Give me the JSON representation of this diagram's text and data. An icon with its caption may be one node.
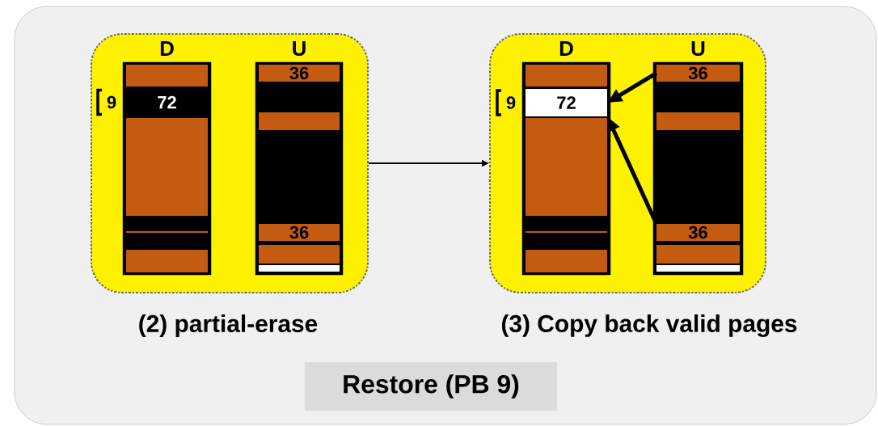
{
  "diagram": {
    "nodes": [
      {
        "text": [
          "Restore (PB 9)"
        ]
      },
      {
        "text": [
          "(2) partial-erase"
        ],
        "in": 0
      },
      {
        "text": [
          "(3) Copy back valid pages"
        ],
        "in": 0
      },
      {
        "text": [
          "D"
        ],
        "in": 1
      },
      {
        "text": [],
        "shape": "bar",
        "in": 3
      },
      {
        "text": [
          "72"
        ],
        "in": 3
      },
      {
        "text": [],
        "shape": "bar",
        "in": 3
      },
      {
        "text": [],
        "shape": "bar",
        "in": 3
      },
      {
        "text": [
          "U"
        ],
        "in": 1
      },
      {
        "text": [
          "36"
        ],
        "in": 8
      },
      {
        "text": [],
        "shape": "bar",
        "in": 8
      },
      {
        "text": [
          "36"
        ],
        "in": 8
      },
      {
        "text": [],
        "shape": "bar",
        "in": 8
      },
      {
        "text": [
          "D"
        ],
        "in": 2
      },
      {
        "text": [],
        "shape": "bar",
        "in": 13
      },
      {
        "text": [
          "72"
        ],
        "in": 13
      },
      {
        "text": [],
        "shape": "bar",
        "in": 13
      },
      {
        "text": [],
        "shape": "bar",
        "in": 13
      },
      {
        "text": [
          "U"
        ],
        "in": 2
      },
      {
        "text": [
          "36"
        ],
        "in": 18
      },
      {
        "text": [],
        "shape": "bar",
        "in": 18
      },
      {
        "text": [
          "36"
        ],
        "in": 18
      },
      {
        "text": [],
        "shape": "bar",
        "in": 18
      }
    ],
    "edges": [
      {
        "from": 1,
        "to": 2,
        "arrow": "to"
      },
      {
        "from": 19,
        "to": 15,
        "arrow": "to"
      },
      {
        "from": 21,
        "to": 15,
        "arrow": "to"
      }
    ],
    "labels": [
      "9",
      "9"
    ]
  }
}
